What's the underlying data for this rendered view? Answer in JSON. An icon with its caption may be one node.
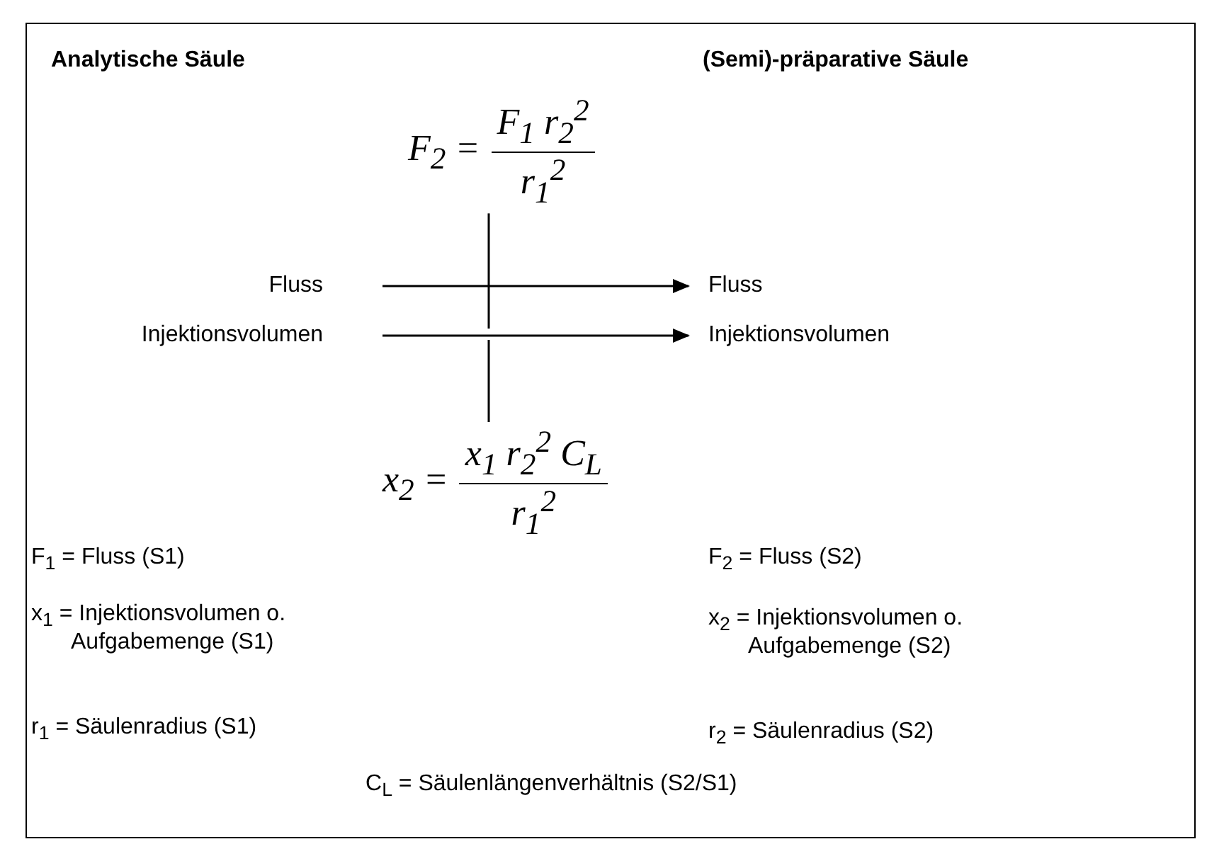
{
  "diagram": {
    "nodes": [
      {
        "text": [
          "Fluss"
        ]
      },
      {
        "text": [
          "Injektionsvolumen"
        ]
      },
      {
        "text": [
          "Fluss"
        ]
      },
      {
        "text": [
          "Injektionsvolumen"
        ]
      },
      {
        "text": [
          "F$_{2}$ =",
          "F$_{1}$ r$_{2}$$^{2}$",
          "r$_{1}$$^{2}$"
        ]
      },
      {
        "text": [
          "x$_{2}$ =",
          "x$_{1}$ r$_{2}$$^{2}$ C$_{L}$",
          "r$_{1}$$^{2}$"
        ]
      }
    ],
    "edges": [
      {
        "from": 0,
        "to": 2,
        "arrow": "to"
      },
      {
        "from": 1,
        "to": 3,
        "arrow": "to"
      },
      {
        "from": 4,
        "to": null,
        "arrow": "none"
      },
      {
        "from": 5,
        "to": null,
        "arrow": "none"
      }
    ],
    "labels": [
      "Analytische Säule",
      "(Semi)-präparative Säule",
      "F$_{1}$ = Fluss (S1)",
      "F$_{2}$ = Fluss (S2)",
      "x$_{1}$ = Injektionsvolumen o. Aufgabemenge (S1)",
      "x$_{2}$ = Injektionsvolumen o. Aufgabemenge (S2)",
      "r$_{1}$ = Säulenradius (S1)",
      "r$_{2}$ = Säulenradius (S2)",
      "C$_{L}$ = Säulenlängenverhältnis (S2/S1)"
    ]
  }
}
